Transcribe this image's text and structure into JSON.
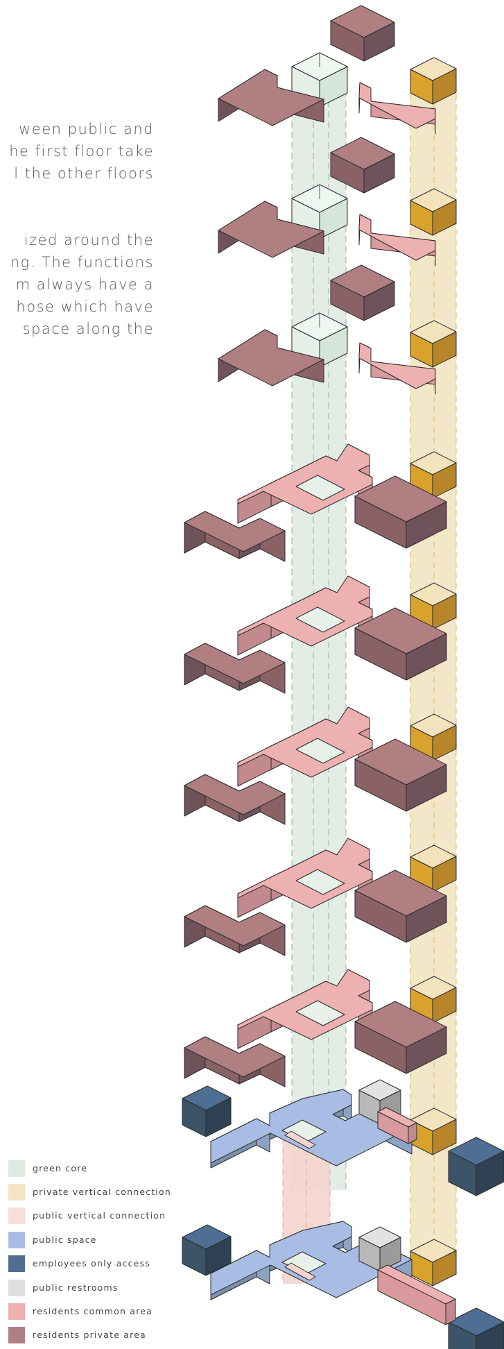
{
  "text": {
    "paragraph_1": [
      "ween public and",
      "he first floor take",
      "l the other floors"
    ],
    "paragraph_2": [
      "ized around the",
      "ng. The functions",
      "m always have a",
      "hose which have",
      "space along the"
    ]
  },
  "legend": [
    {
      "label": "green core",
      "color": "#dfe9e2"
    },
    {
      "label": "private vertical connection",
      "color": "#f3e4c3"
    },
    {
      "label": "public vertical connection",
      "color": "#f9ddd7"
    },
    {
      "label": "public space",
      "color": "#a9bde4"
    },
    {
      "label": "employees only access",
      "color": "#4e6f93"
    },
    {
      "label": "public restrooms",
      "color": "#dfdfdf"
    },
    {
      "label": "residents common area",
      "color": "#eeb1b1"
    },
    {
      "label": "residents private area",
      "color": "#b07f82"
    }
  ],
  "colors": {
    "green_core": "#dfe9e2",
    "private_vertical": "#f3e4c3",
    "private_vertical_top": "#f3e3bd",
    "private_vertical_left": "#d8a22c",
    "private_vertical_right": "#b8862a",
    "public_vertical": "#f4d4cc",
    "public_space_top": "#a9bde4",
    "public_space_left": "#8da3c4",
    "public_space_right": "#7c8fae",
    "employees_top": "#4e6f93",
    "employees_left": "#3b5468",
    "employees_right": "#2f4254",
    "restroom_top": "#e2e2e2",
    "restroom_left": "#b8b8b8",
    "restroom_right": "#9b9b9b",
    "common_top": "#eeb1b1",
    "common_left": "#d89a9d",
    "common_right": "#c28a8e",
    "private_top": "#b07f82",
    "private_left": "#8a6266",
    "private_right": "#70535a",
    "outline": "#2a2a2a"
  }
}
